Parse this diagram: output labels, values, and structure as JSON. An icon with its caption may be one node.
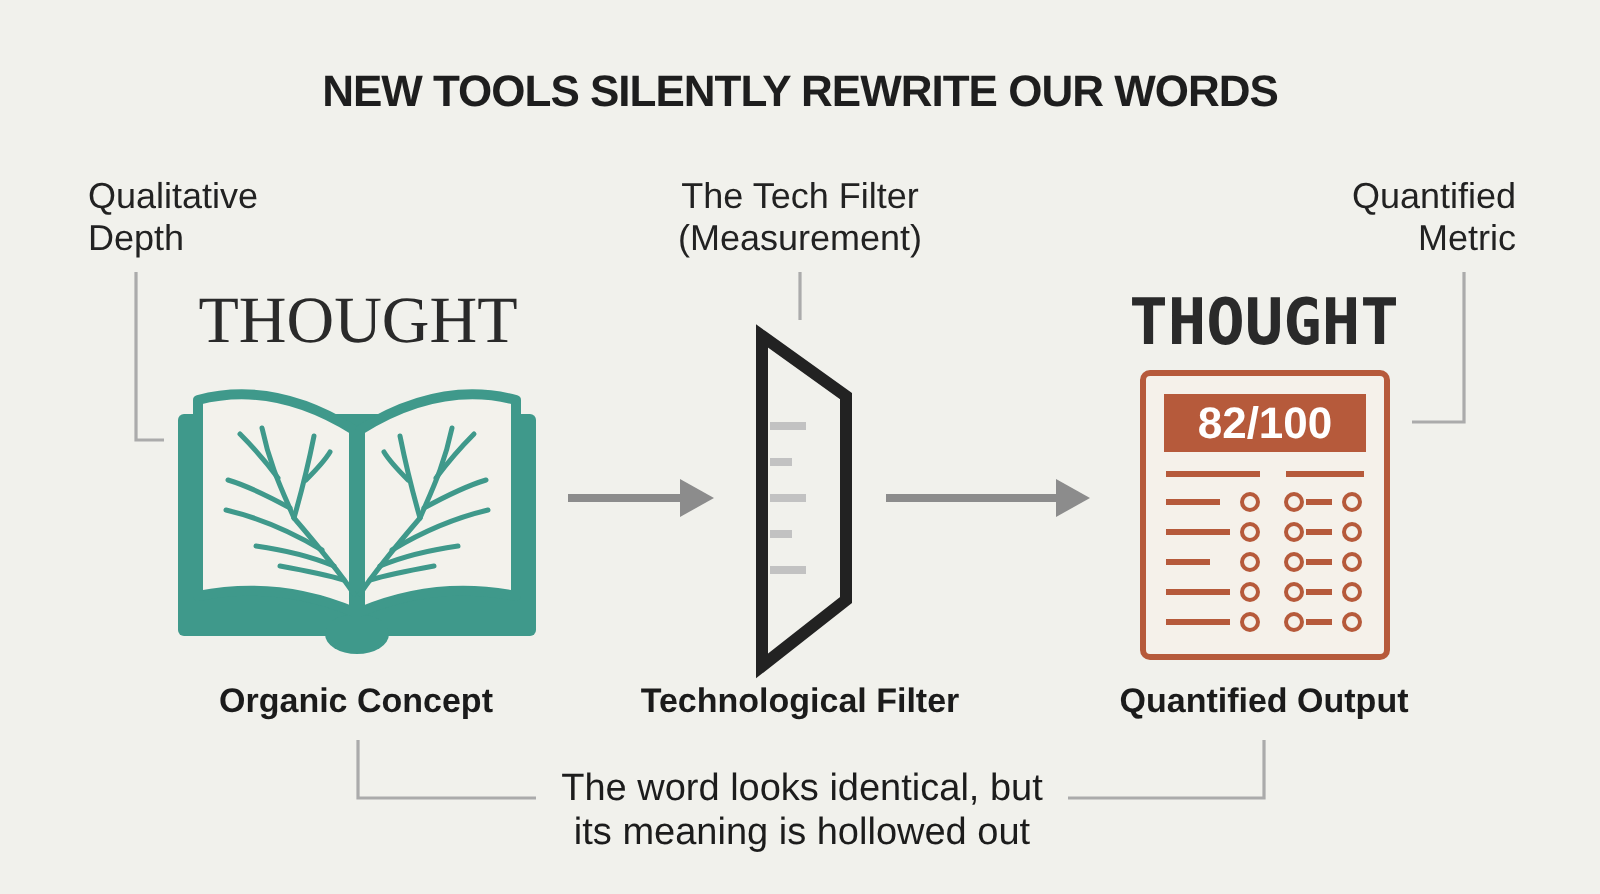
{
  "diagram": {
    "title": "NEW TOOLS SILENTLY REWRITE OUR WORDS",
    "nodes": [
      {
        "text": [
          "Qualitative Depth"
        ]
      },
      {
        "text": [
          "THOUGHT"
        ],
        "beside": [
          "Organic Concept"
        ]
      },
      {
        "text": [
          "The Tech Filter (Measurement)"
        ]
      },
      {
        "text": [],
        "shape": "trapezoid",
        "beside": [
          "Technological Filter"
        ]
      },
      {
        "text": [
          "Quantified Metric"
        ]
      },
      {
        "text": [
          "THOUGHT",
          "82/100"
        ],
        "beside": [
          "Quantified Output"
        ]
      },
      {
        "text": [
          "The word looks identical, but its meaning is hollowed out"
        ]
      }
    ],
    "edges": [
      {
        "from": 0,
        "to": 1,
        "arrow": "none"
      },
      {
        "from": 2,
        "to": 3,
        "arrow": "none"
      },
      {
        "from": 4,
        "to": 5,
        "arrow": "none"
      },
      {
        "from": 1,
        "to": 3,
        "arrow": "to",
        "style": "thick",
        "color": "#8c8c8c"
      },
      {
        "from": 3,
        "to": 5,
        "arrow": "to",
        "style": "thick",
        "color": "#8c8c8c"
      },
      {
        "from": 6,
        "to": 1,
        "arrow": "none"
      },
      {
        "from": 6,
        "to": 5,
        "arrow": "none"
      }
    ]
  }
}
